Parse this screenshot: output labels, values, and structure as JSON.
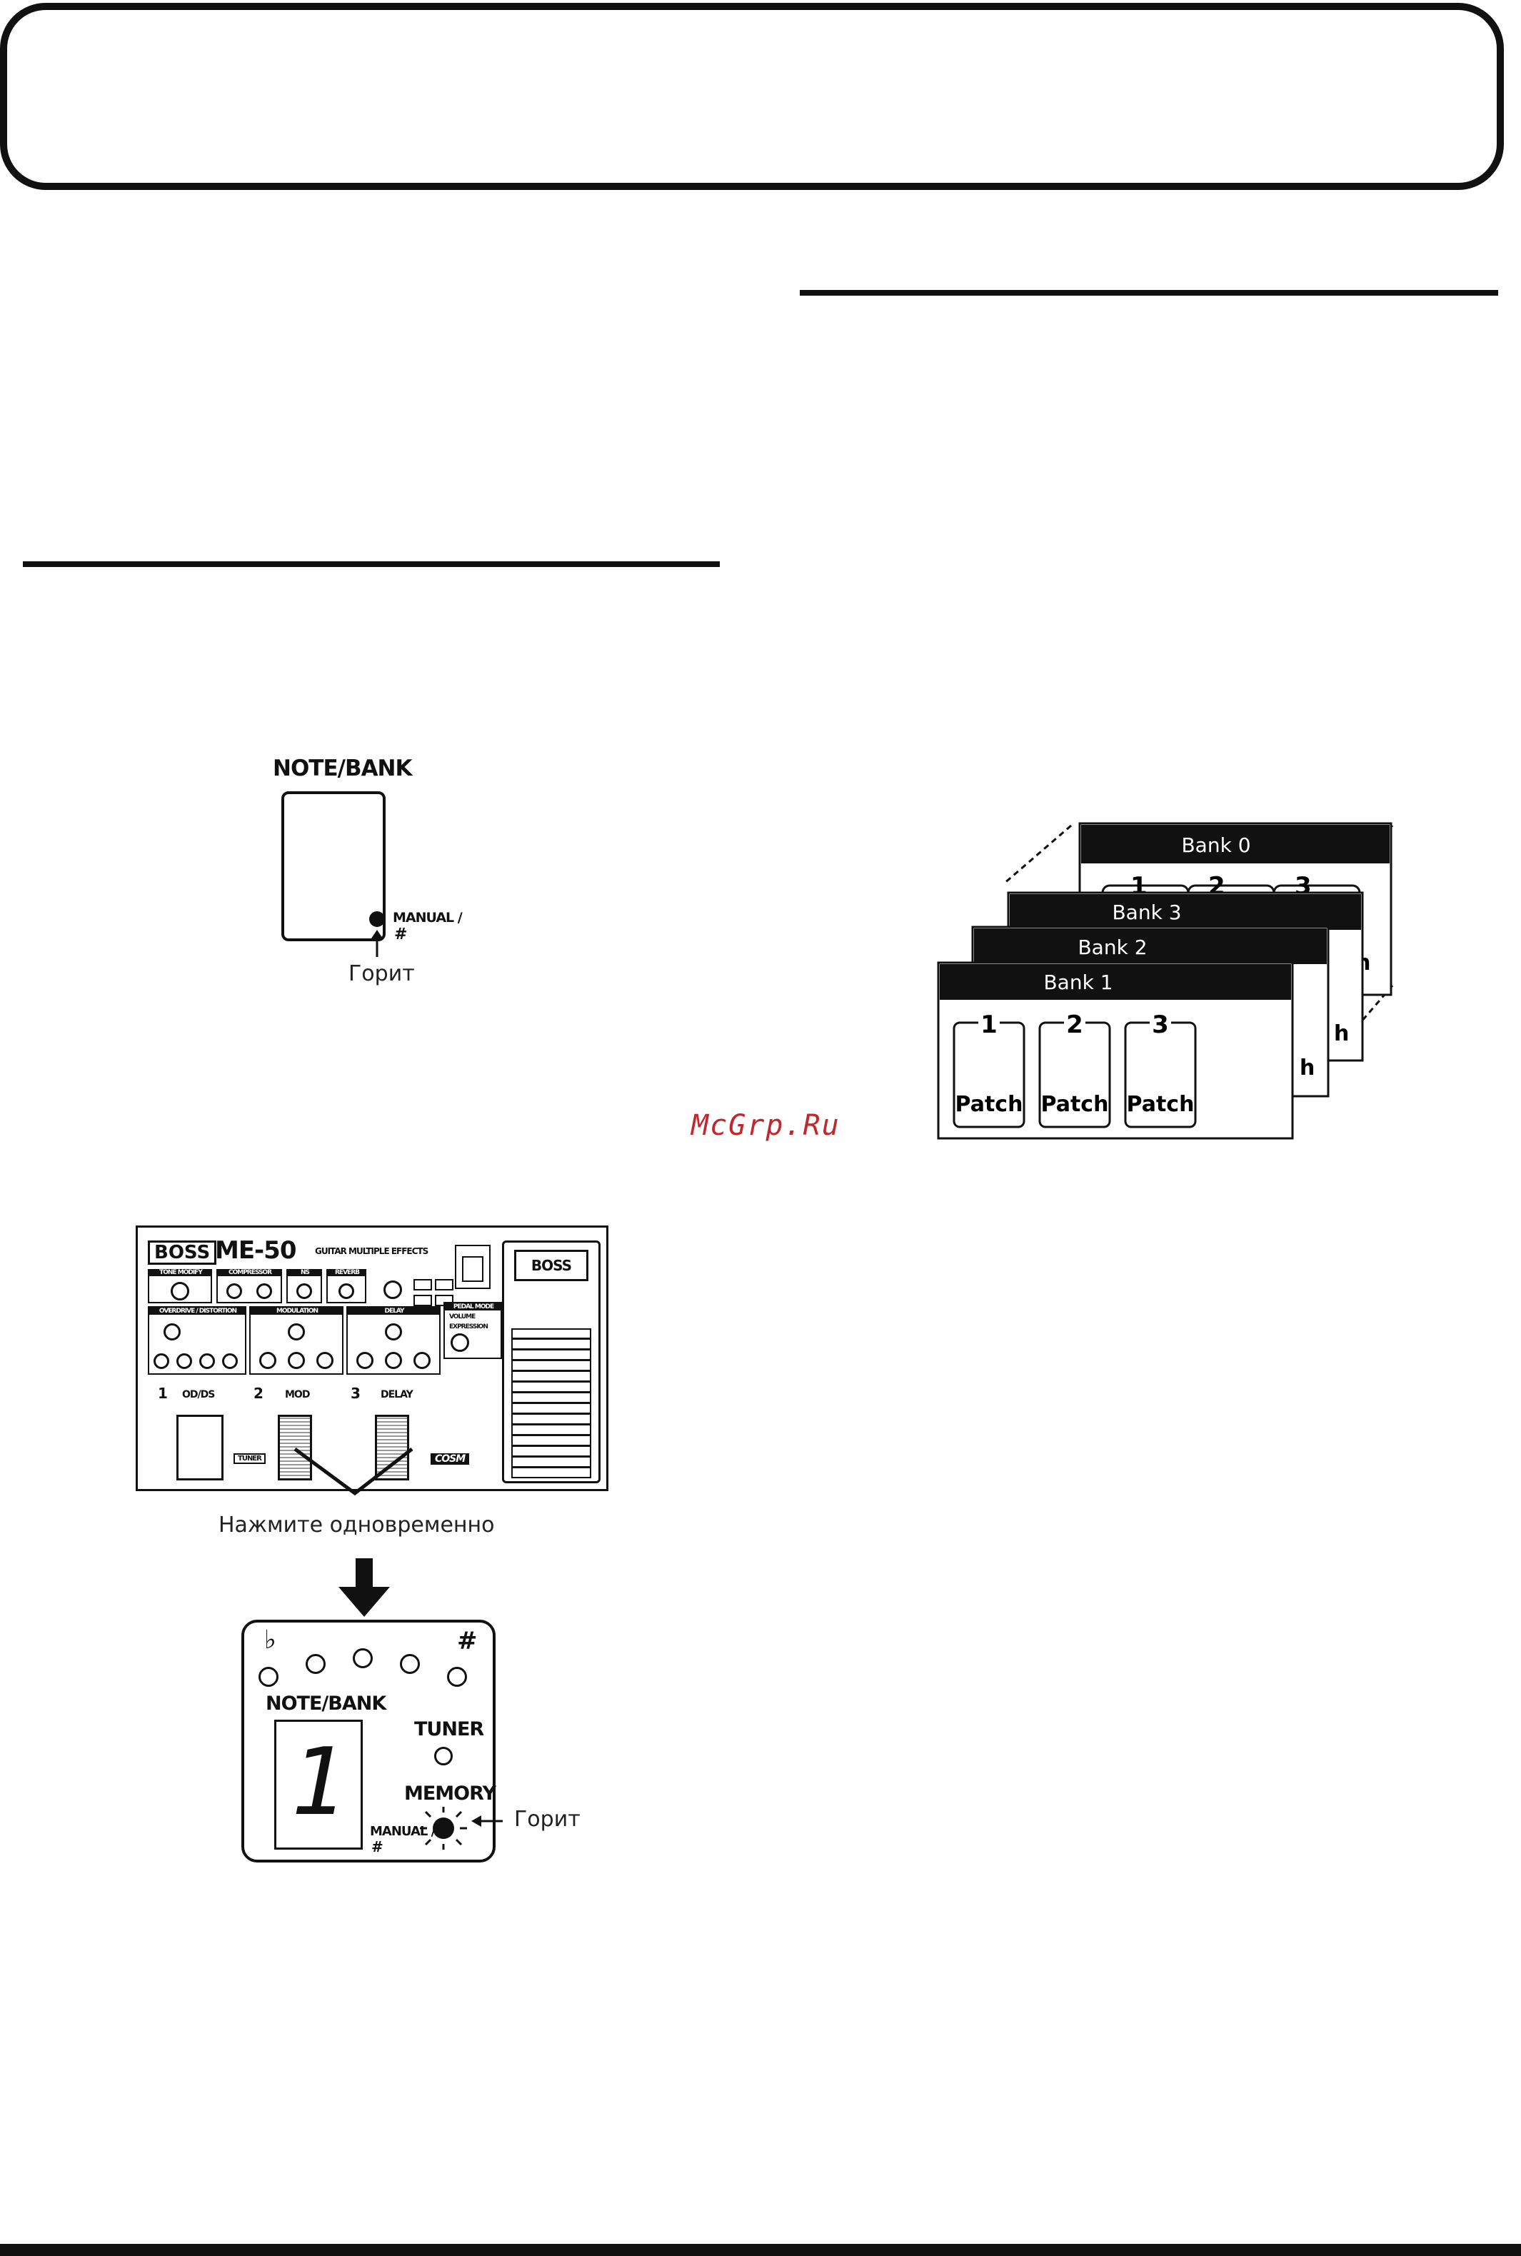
{
  "figure_note_bank_top": {
    "title": "NOTE/BANK",
    "indicator_label": "MANUAL /",
    "indicator_symbol": "#",
    "callout": "Горит"
  },
  "watermark": "McGrp.Ru",
  "bank_diagram": {
    "banks": [
      "Bank 0",
      "Bank 3",
      "Bank 2",
      "Bank 1"
    ],
    "patch_numbers": [
      "1",
      "2",
      "3"
    ],
    "patch_label": "Patch",
    "partial_patch_label": "Patch",
    "partial_patch_fragment": "h"
  },
  "device": {
    "brand": "BOSS",
    "model": "ME-50",
    "subtitle": "GUITAR MULTIPLE EFFECTS",
    "pedal_brand": "BOSS",
    "section_labels": [
      "TONE MODIFY",
      "COMPRESSOR",
      "NS",
      "REVERB",
      "OVERDRIVE / DISTORTION",
      "MODULATION",
      "DELAY",
      "PEDAL MODE"
    ],
    "pedals": [
      {
        "number": "1",
        "label": "OD/DS"
      },
      {
        "number": "2",
        "label": "MOD"
      },
      {
        "number": "3",
        "label": "DELAY"
      }
    ],
    "tuner_label": "TUNER",
    "cosm_label": "COSM",
    "pedal_mode_items": [
      "VOLUME",
      "EXPRESSION"
    ]
  },
  "press_caption": "Нажмите одновременно",
  "figure_display_bottom": {
    "flat_symbol": "♭",
    "sharp_symbol": "#",
    "title": "NOTE/BANK",
    "digit": "1",
    "tuner_label": "TUNER",
    "memory_label": "MEMORY",
    "indicator_label": "MANUAL /",
    "indicator_symbol": "#",
    "callout": "Горит"
  }
}
